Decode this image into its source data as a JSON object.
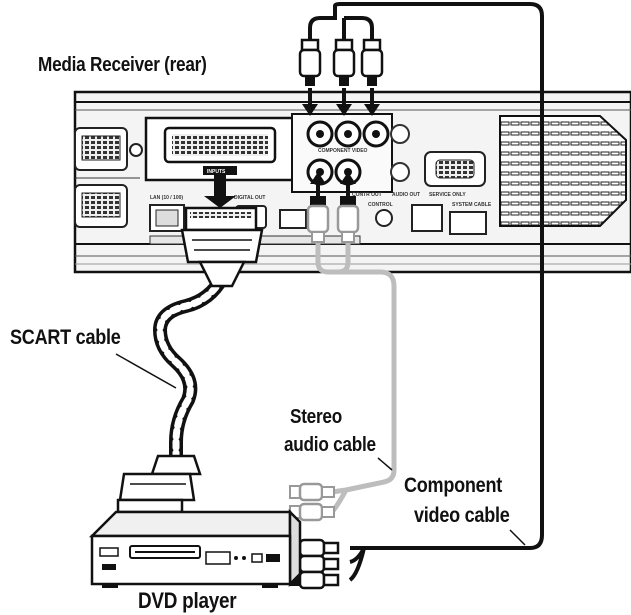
{
  "labels": {
    "receiver": "Media Receiver (rear)",
    "scart": "SCART cable",
    "stereo_line1": "Stereo",
    "stereo_line2": "audio cable",
    "component_line1": "Component",
    "component_line2": "video cable",
    "dvd": "DVD player"
  },
  "panel_text": {
    "inputs": "INPUTS",
    "digital_out": "DIGITAL OUT",
    "lan": "LAN (10 / 100)",
    "component_video": "COMPONENT VIDEO",
    "service_only": "SERVICE ONLY",
    "control": "CONTROL",
    "system_cable": "SYSTEM CABLE",
    "audio_out": "AUDIO OUT",
    "contr_out": "CONTR OUT"
  },
  "colors": {
    "line": "#111111",
    "audio_cable": "#bdbdbd",
    "panel": "#f2f2f2"
  }
}
